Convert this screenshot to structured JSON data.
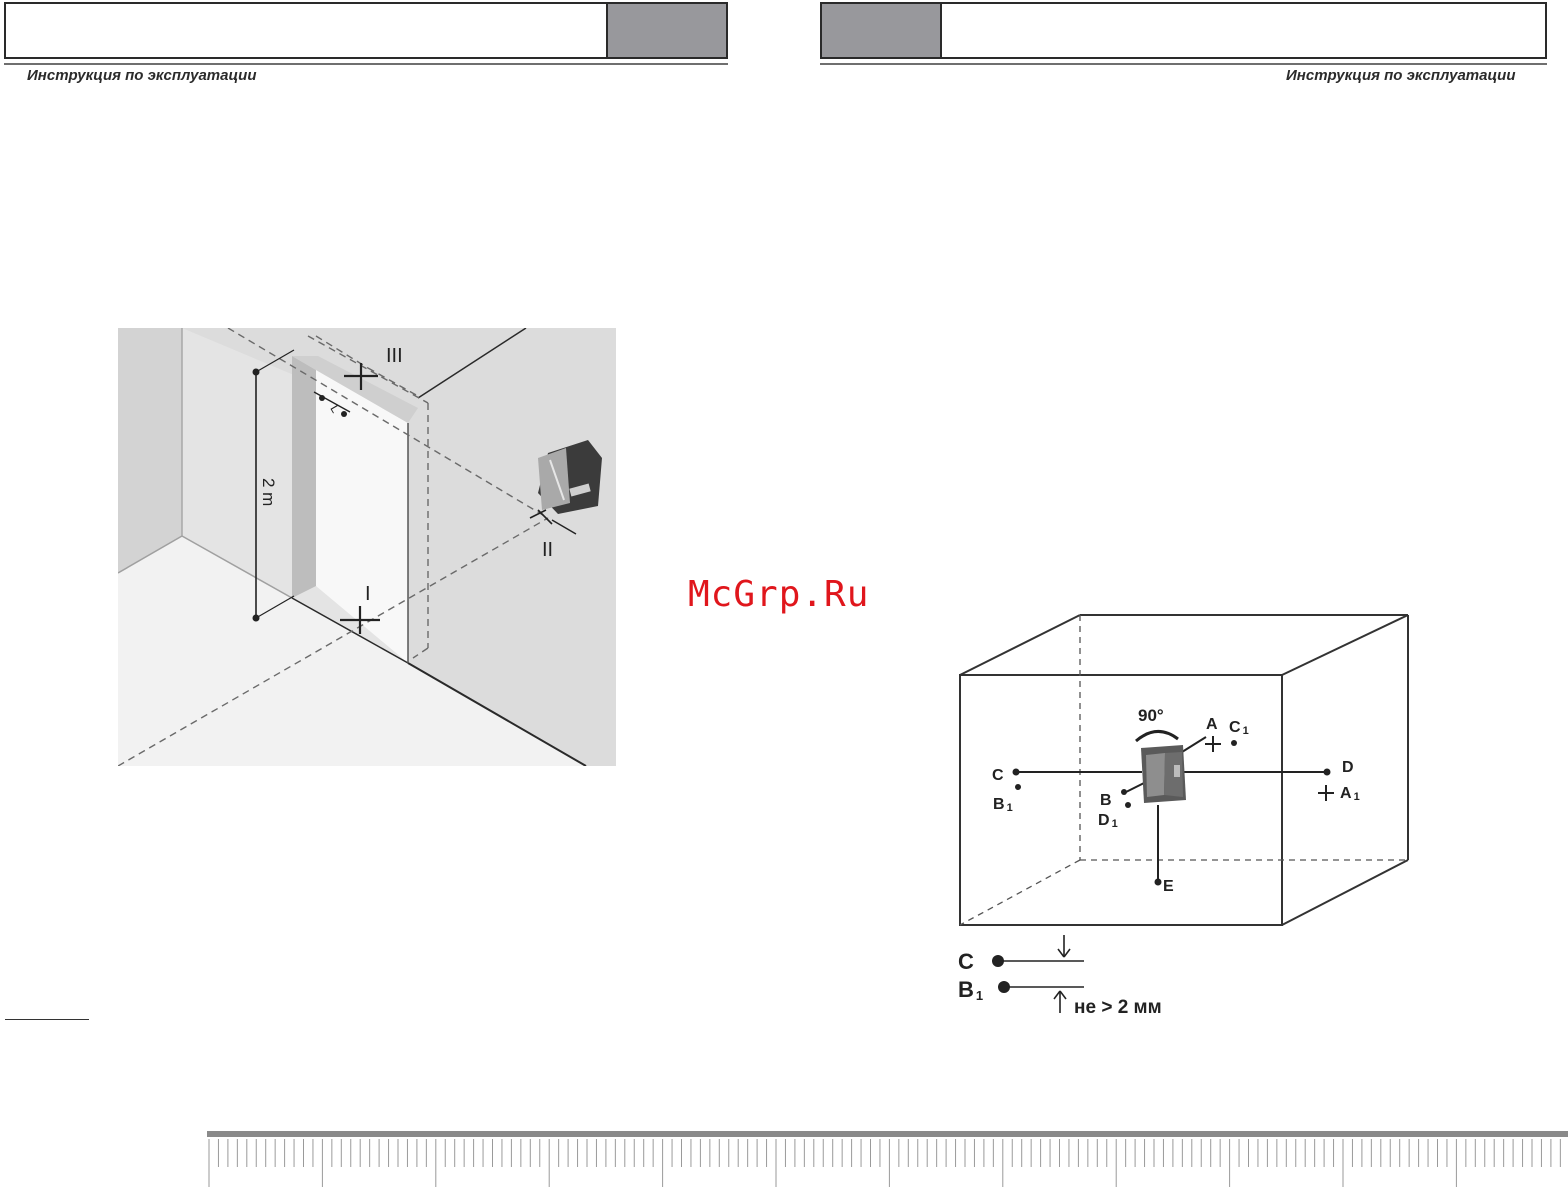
{
  "left_page": {
    "header_caption": "Инструкция по эксплуатации"
  },
  "right_page": {
    "header_caption": "Инструкция по эксплуатации"
  },
  "watermark": "McGrp.Ru",
  "figure_left": {
    "labels": {
      "distance": "2 m",
      "offset": "L",
      "pos_1": "I",
      "pos_2": "II",
      "pos_3": "III"
    }
  },
  "figure_right": {
    "labels": {
      "angle": "90°",
      "a": "A",
      "c1": "C",
      "c1_sub": "1",
      "c": "C",
      "b1": "B",
      "b1_sub": "1",
      "b": "B",
      "d1": "D",
      "d1_sub": "1",
      "d": "D",
      "a1": "A",
      "a1_sub": "1",
      "e": "E",
      "legend_c": "C",
      "legend_b1": "B",
      "legend_b1_sub": "1",
      "tolerance": "не > 2 мм"
    }
  }
}
